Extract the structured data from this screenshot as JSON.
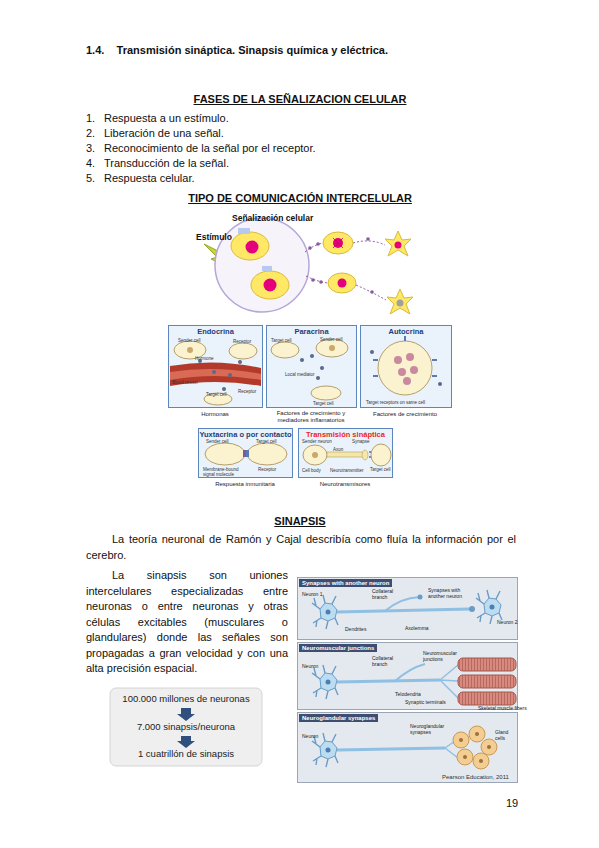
{
  "diagram": {
    "title": "1.4.    Transmisión sináptica. Sinapsis química y eléctrica.",
    "nodes": [
      {
        "text": [
          "Endocrina"
        ]
      },
      {
        "text": [
          "Paracrina"
        ]
      },
      {
        "text": [
          "Autocrina"
        ]
      },
      {
        "text": [
          "Yuxtacrina o por contacto"
        ]
      },
      {
        "text": [
          "Transmisión sináptica"
        ]
      },
      {
        "text": [
          "100.000 millones de neuronas",
          "7.000 sinapsis/neurona",
          "1 cuatrillón de sinapsis"
        ]
      },
      {
        "text": [
          "Synapses with another neuron"
        ]
      },
      {
        "text": [
          "Neuromuscular junctions"
        ]
      },
      {
        "text": [
          "Neuroglandular synapses"
        ]
      }
    ],
    "labels": [
      "FASES DE LA SEÑALIZACION CELULAR",
      "1.",
      "Respuesta a un estímulo.",
      "2.",
      "Liberación de una señal.",
      "3.",
      "Reconocimiento de la señal por el receptor.",
      "4.",
      "Transducción de la señal.",
      "5.",
      "Respuesta celular.",
      "TIPO DE COMUNICACIÓN INTERCELULAR",
      "Señalización celular",
      "Estímulo",
      "Sender cell",
      "Receptor",
      "Hormone",
      "Blood vessel",
      "Target cell",
      "Receptor",
      "Target cell",
      "Sender cell",
      "Local mediator",
      "Target cell",
      "Target receptors on same cell",
      "Hormonas",
      "Factores de crecimiento y mediadores inflamatorios",
      "Factores de crecimiento",
      "Sender cell",
      "Target cell",
      "Membrane-bound signal molecule",
      "Receptor",
      "Sender neuron",
      "Synapse",
      "Target cell",
      "Axon",
      "Cell body",
      "Neurotransmitter",
      "Respuesta inmunitaria",
      "Neurotransmisores",
      "SINAPSIS",
      "La teoría neuronal de Ramón y Cajal describía como fluía la información por el cerebro.",
      "La sinapsis son uniones intercelulares especializadas entre neuronas o entre neuronas y otras células excitables (musculares o glandulares) donde las señales son propagadas a gran velocidad y con una alta precisión espacial.",
      "Synapses with another neuron",
      "Neuron 1",
      "Collateral branch",
      "Neuron 2",
      "Dendrites",
      "Axolemma",
      "Neuron",
      "Collateral branch",
      "Neuromuscular junctions",
      "Skeletal muscle fibers",
      "Telodendria",
      "Synaptic terminals",
      "Neuron",
      "Neuroglandular synapses",
      "Gland cells",
      "Pearson Education, 2011",
      "19"
    ]
  }
}
